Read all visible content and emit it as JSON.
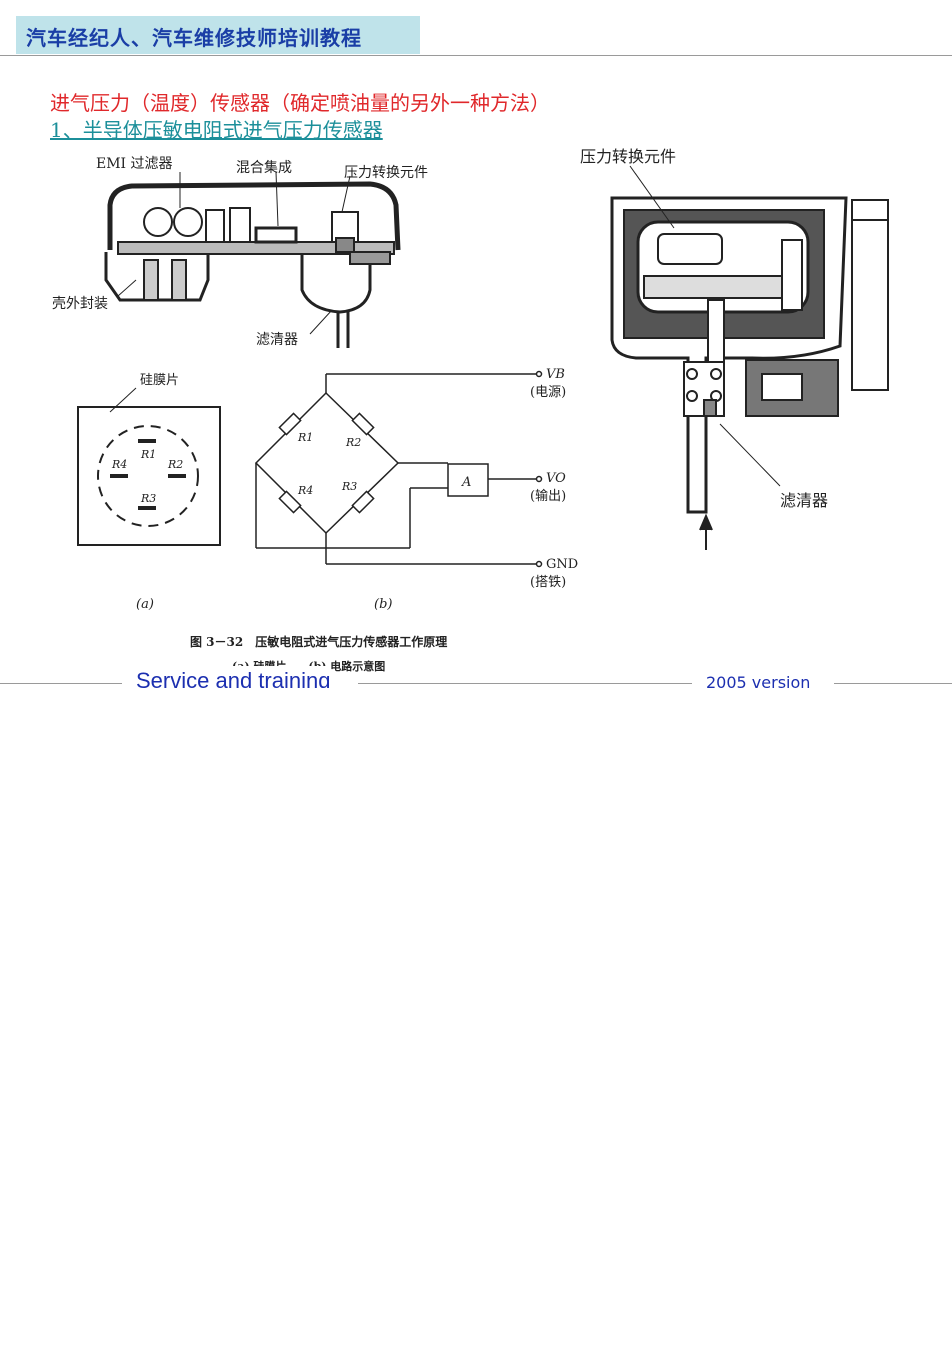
{
  "header": {
    "title": "汽车经纪人、汽车维修技师培训教程"
  },
  "content": {
    "title": "进气压力（温度）传感器（确定喷油量的另外一种方法）",
    "subtitle": "1、半导体压敏电阻式进气压力传感器"
  },
  "figure": {
    "labels": {
      "emi_filter": "EMI 过滤器",
      "hybrid_ic": "混合集成",
      "pressure_element": "压力转换元件",
      "housing": "壳外封装",
      "filter": "滤清器",
      "silicon_chip": "硅膜片",
      "pressure_element_right": "压力转换元件",
      "filter_right": "滤清器"
    },
    "resistors": {
      "r1": "R1",
      "r2": "R2",
      "r3": "R3",
      "r4": "R4"
    },
    "circuit": {
      "vb": "VB",
      "vb_desc": "(电源)",
      "vo": "VO",
      "vo_desc": "(输出)",
      "gnd": "GND",
      "gnd_desc": "(搭铁)",
      "amp": "A"
    },
    "sub_a": "(a)",
    "sub_b": "(b)",
    "caption": "图 3－32　压敏电阻式进气压力传感器工作原理",
    "caption_sub": "(a) 硅膜片　　(b) 电路示意图"
  },
  "footer": {
    "left": "Service and training",
    "right": "2005 version"
  }
}
